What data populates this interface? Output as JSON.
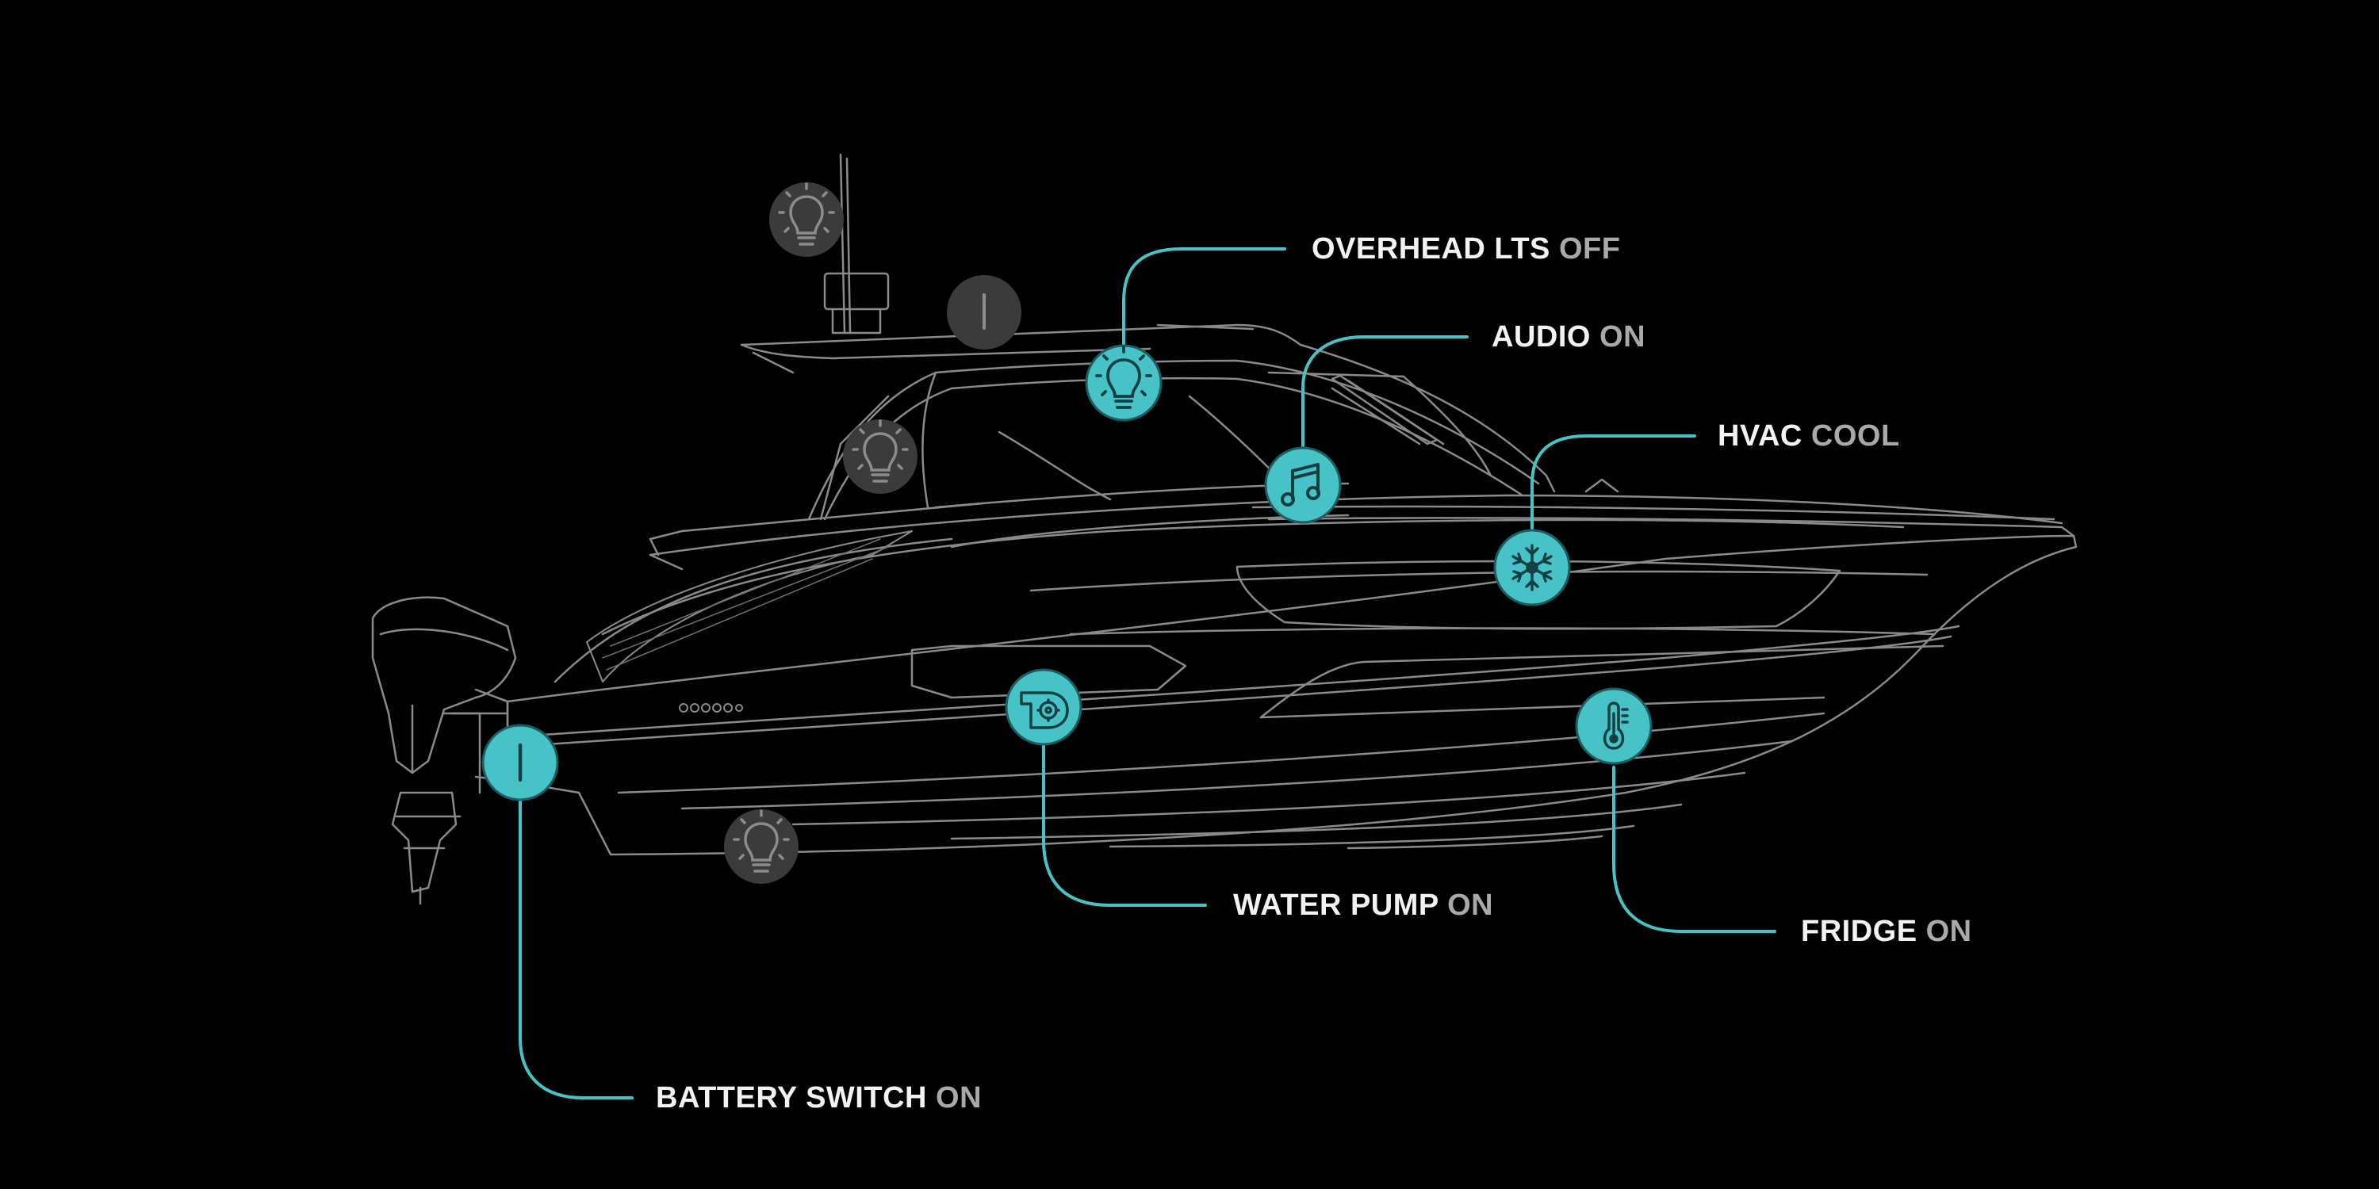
{
  "colors": {
    "background": "#000000",
    "accent": "#47c3c8",
    "inactive": "#3b3b3b",
    "inactive_icon": "#8c8c8c",
    "outline": "#8a8a8a",
    "label": "#f2f2f2",
    "state": "#a9a9a9"
  },
  "controls": {
    "overhead_lights": {
      "name": "OVERHEAD LTS",
      "state": "OFF",
      "icon": "light-bulb-icon",
      "active": true
    },
    "audio": {
      "name": "AUDIO",
      "state": "ON",
      "icon": "music-note-icon",
      "active": true
    },
    "hvac": {
      "name": "HVAC",
      "state": "COOL",
      "icon": "snowflake-icon",
      "active": true
    },
    "water_pump": {
      "name": "WATER PUMP",
      "state": "ON",
      "icon": "pump-icon",
      "active": true
    },
    "fridge": {
      "name": "FRIDGE",
      "state": "ON",
      "icon": "thermometer-icon",
      "active": true
    },
    "battery_switch": {
      "name": "BATTERY SWITCH",
      "state": "ON",
      "icon": "power-switch-icon",
      "active": true
    }
  },
  "inactive_hotspots": [
    {
      "id": "mast-light",
      "icon": "light-bulb-icon"
    },
    {
      "id": "hardtop-switch",
      "icon": "power-switch-icon"
    },
    {
      "id": "cockpit-light",
      "icon": "light-bulb-icon"
    },
    {
      "id": "underwater-light",
      "icon": "light-bulb-icon"
    }
  ]
}
